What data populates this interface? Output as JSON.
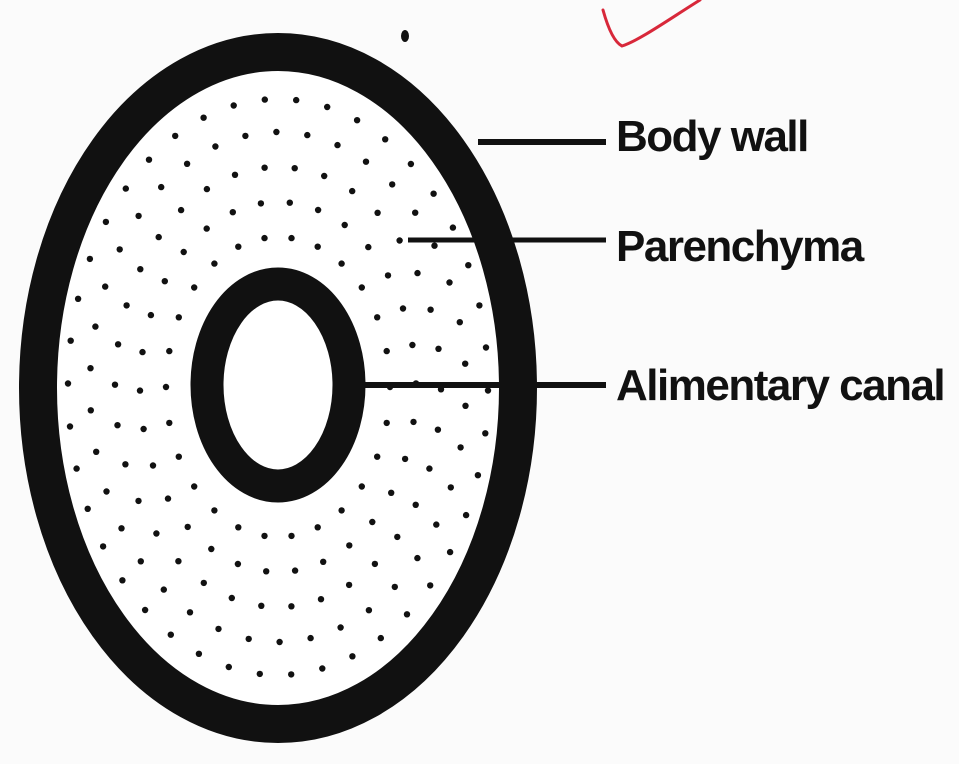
{
  "diagram": {
    "labels": {
      "body_wall": "Body wall",
      "parenchyma": "Parenchyma",
      "alimentary_canal": "Alimentary canal"
    }
  },
  "colors": {
    "ink": "#111111",
    "background": "#fbfbfb",
    "check_mark": "#d8283a"
  }
}
